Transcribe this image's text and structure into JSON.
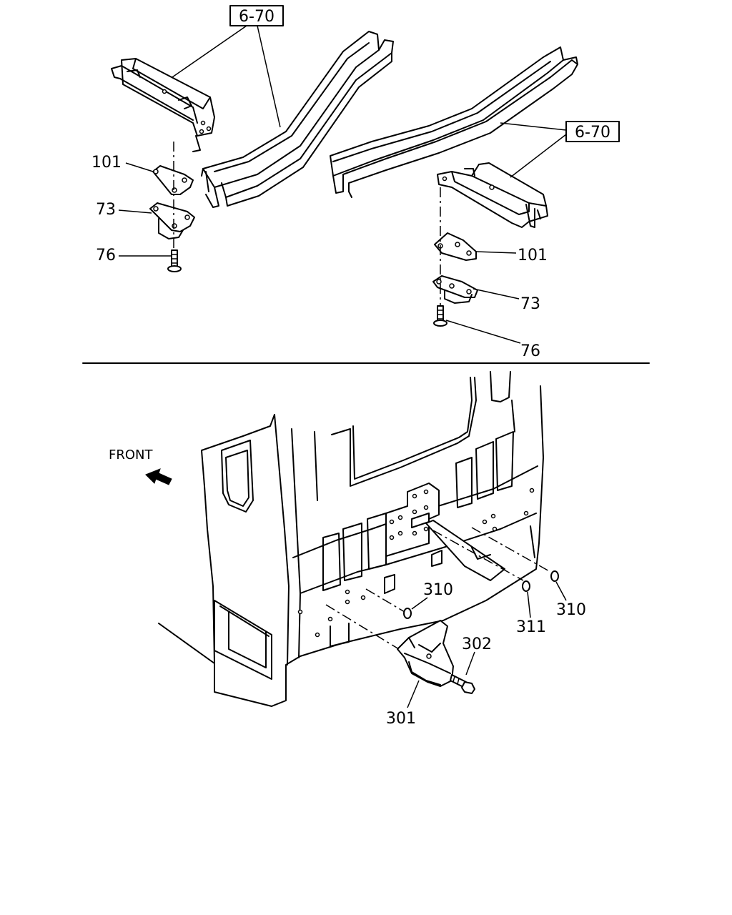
{
  "top_section": {
    "ref_left": "6-70",
    "ref_right": "6-70",
    "left_labels": {
      "bracket": "101",
      "mount": "73",
      "bolt": "76"
    },
    "right_labels": {
      "bracket": "101",
      "mount": "73",
      "bolt": "76"
    }
  },
  "bottom_section": {
    "direction_label": "FRONT",
    "labels": {
      "bracket": "301",
      "bolt": "302",
      "plug_left": "310",
      "plug_right": "310",
      "plug_small": "311"
    }
  }
}
